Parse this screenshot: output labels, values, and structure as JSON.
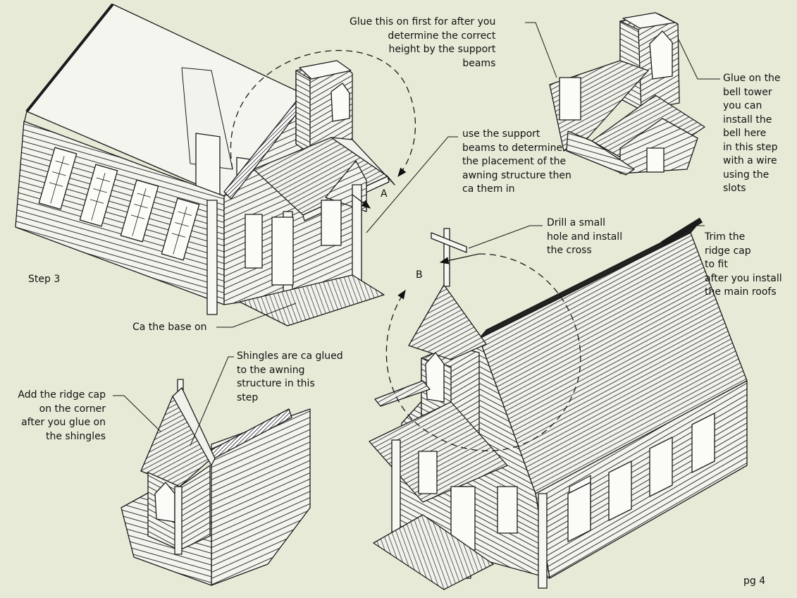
{
  "page": {
    "step": "Step 3",
    "page_number": "pg 4",
    "background": "#e6ead6",
    "line_color": "#1a1a1a"
  },
  "callouts": {
    "glue_first": "Glue this on first for after you\ndetermine the correct\nheight by the support\nbeams",
    "bell_tower": "Glue on the\nbell tower\nyou can\ninstall the\nbell here\nin this step\nwith a wire\nusing the\nslots",
    "support_beams": "use the support\nbeams to determine\nthe placement of the\nawning structure then\nca them in",
    "base": "Ca the base on",
    "drill": "Drill a small\nhole and install\nthe cross",
    "trim": "Trim the\nridge cap\nto fit\nafter you install\nthe main roofs",
    "shingles": "Shingles are ca glued\nto the awning\nstructure in this\nstep",
    "ridge_cap": "Add the ridge cap\non the corner\nafter you glue on\nthe shingles"
  },
  "markers": {
    "a": "A",
    "b": "B"
  }
}
